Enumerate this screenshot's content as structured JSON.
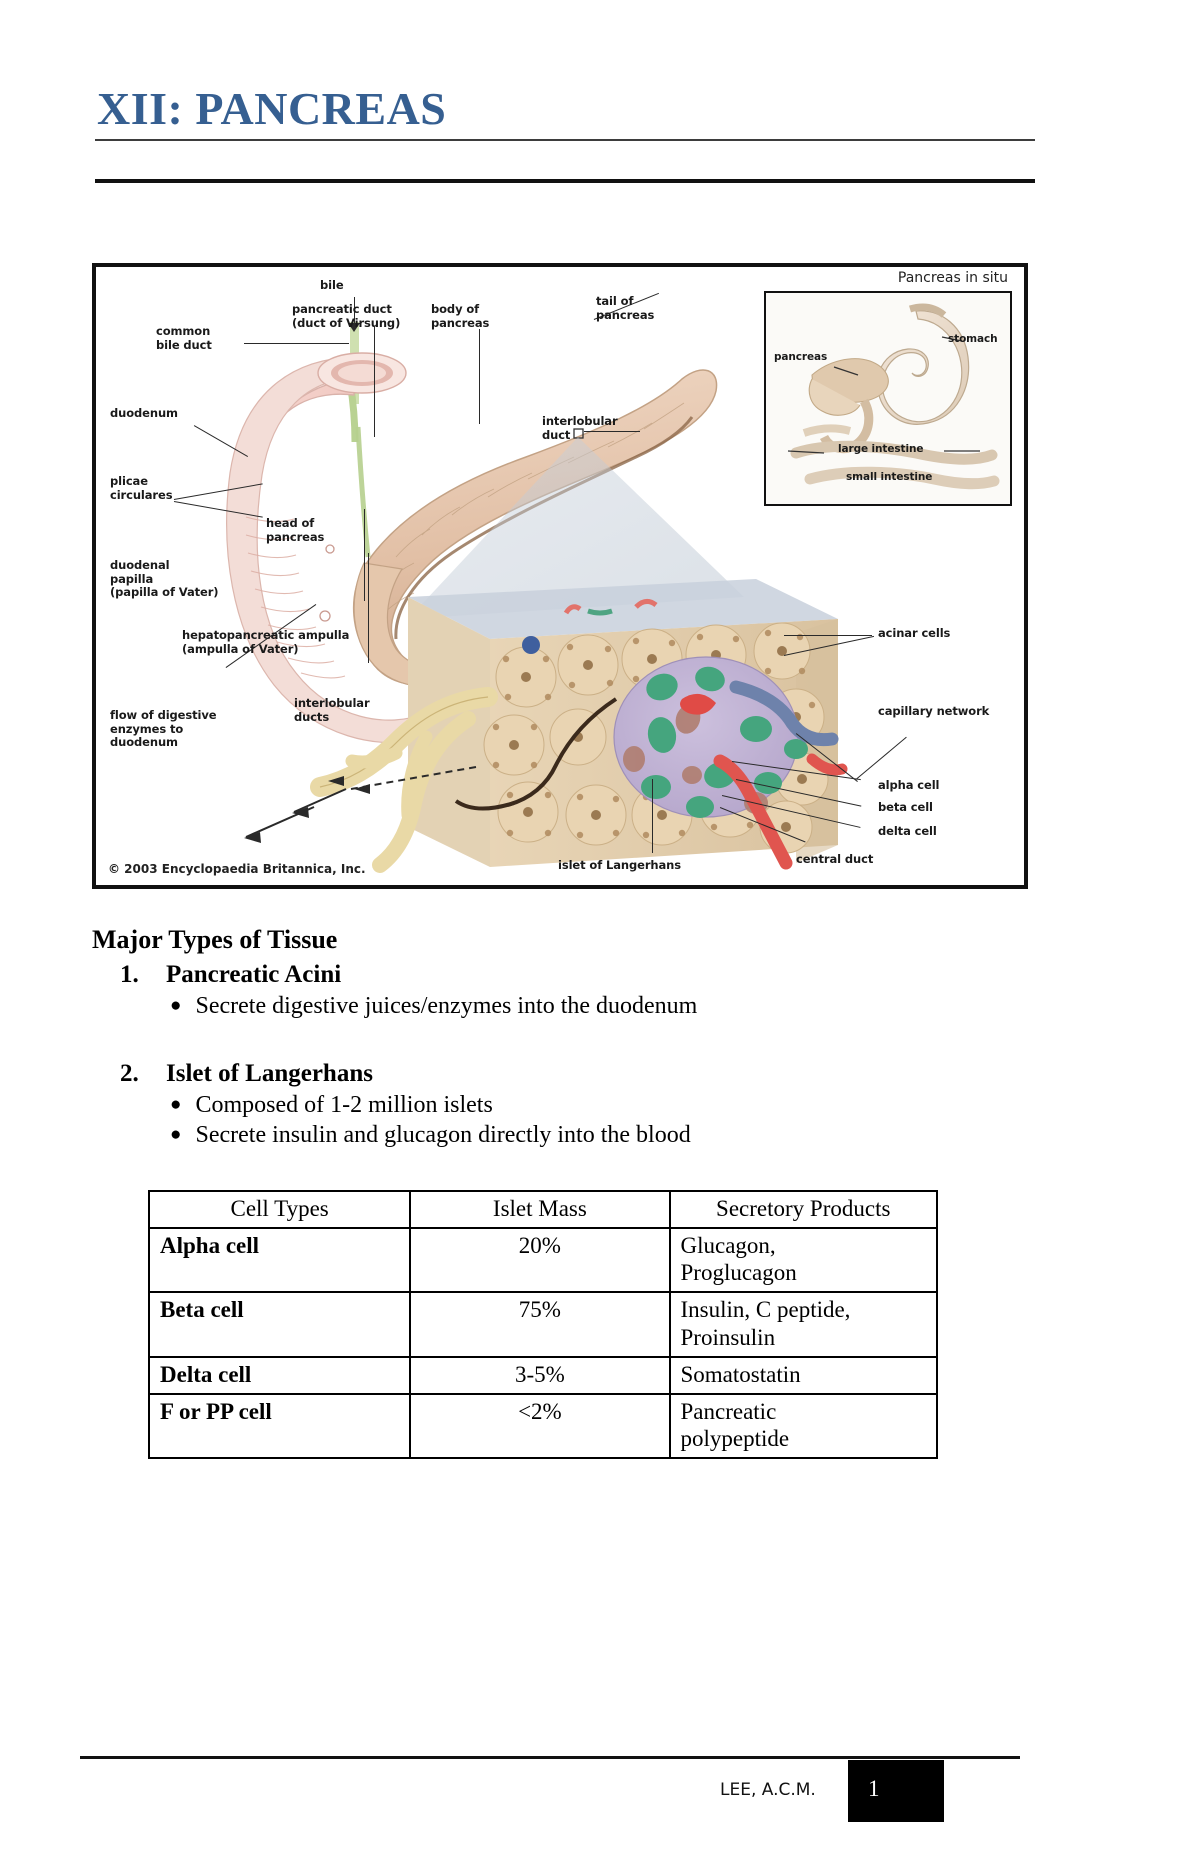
{
  "document": {
    "title": "XII: PANCREAS",
    "title_color": "#365F91"
  },
  "figure": {
    "inset_title": "Pancreas in situ",
    "copyright": "© 2003 Encyclopaedia Britannica, Inc.",
    "labels": {
      "bile": "bile",
      "common_bile_duct": "common\nbile duct",
      "pancreatic_duct": "pancreatic duct\n(duct of Virsung)",
      "body_of_pancreas": "body of\npancreas",
      "tail_of_pancreas": "tail of\npancreas",
      "interlobular_duct": "interlobular\nduct",
      "duodenum": "duodenum",
      "plicae_circulares": "plicae\ncirculares",
      "head_of_pancreas": "head of\npancreas",
      "duodenal_papilla": "duodenal\npapilla\n(papilla of Vater)",
      "hepatopancreatic_ampulla": "hepatopancreatic ampulla\n(ampulla of Vater)",
      "flow_of_enzymes": "flow of digestive\nenzymes to\nduodenum",
      "interlobular_ducts": "interlobular\nducts",
      "acinar_cells": "acinar cells",
      "capillary_network": "capillary network",
      "alpha_cell": "alpha cell",
      "beta_cell": "beta cell",
      "delta_cell": "delta cell",
      "central_duct": "central duct",
      "islet_of_langerhans": "islet of Langerhans",
      "inset_pancreas": "pancreas",
      "inset_stomach": "stomach",
      "inset_large_intestine": "large intestine",
      "inset_small_intestine": "small intestine"
    }
  },
  "content": {
    "heading": "Major Types of Tissue",
    "items": [
      {
        "number": "1.",
        "label": "Pancreatic Acini",
        "bullets": [
          "Secrete digestive juices/enzymes into the duodenum"
        ]
      },
      {
        "number": "2.",
        "label": "Islet of Langerhans",
        "bullets": [
          "Composed of 1-2 million islets",
          "Secrete insulin and glucagon directly into the blood"
        ]
      }
    ]
  },
  "table": {
    "headers": [
      "Cell Types",
      "Islet Mass",
      "Secretory Products"
    ],
    "rows": [
      {
        "cell_type": "Alpha cell",
        "islet_mass": "20%",
        "products": "Glucagon,\nProglucagon"
      },
      {
        "cell_type": "Beta cell",
        "islet_mass": "75%",
        "products": "Insulin, C peptide,\nProinsulin"
      },
      {
        "cell_type": "Delta cell",
        "islet_mass": "3-5%",
        "products": "Somatostatin"
      },
      {
        "cell_type": "F or PP cell",
        "islet_mass": "<2%",
        "products": "Pancreatic\npolypeptide"
      }
    ]
  },
  "footer": {
    "author": "LEE, A.C.M.",
    "page_number": "1"
  }
}
